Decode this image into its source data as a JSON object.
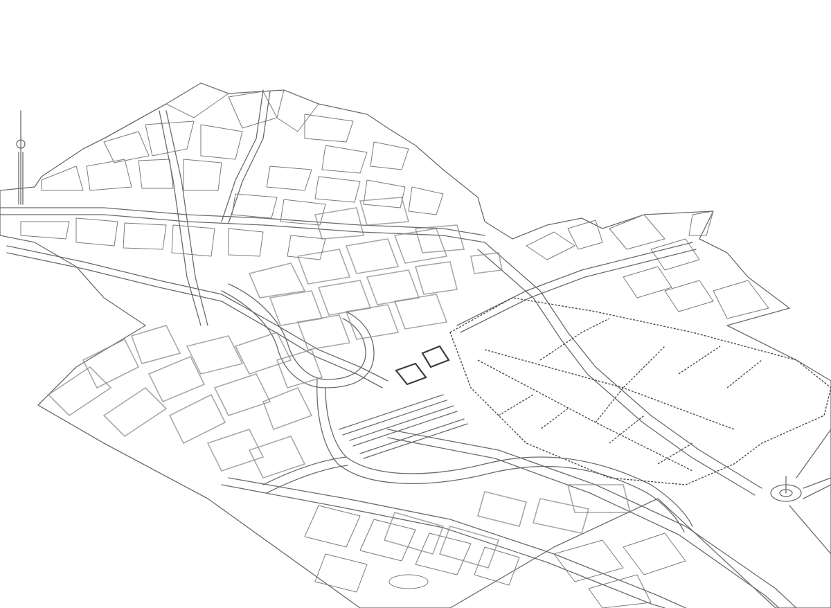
{
  "map": {
    "style": "axonometric line drawing",
    "stroke_color": "#6a6a6a",
    "dense_stroke_color": "#8a8a8a",
    "dark_stroke_color": "#3c3c3c",
    "background_color": "#ffffff",
    "landmarks": [
      "tv-tower-icon",
      "victory-column-icon",
      "river",
      "park",
      "rail-lines"
    ]
  }
}
